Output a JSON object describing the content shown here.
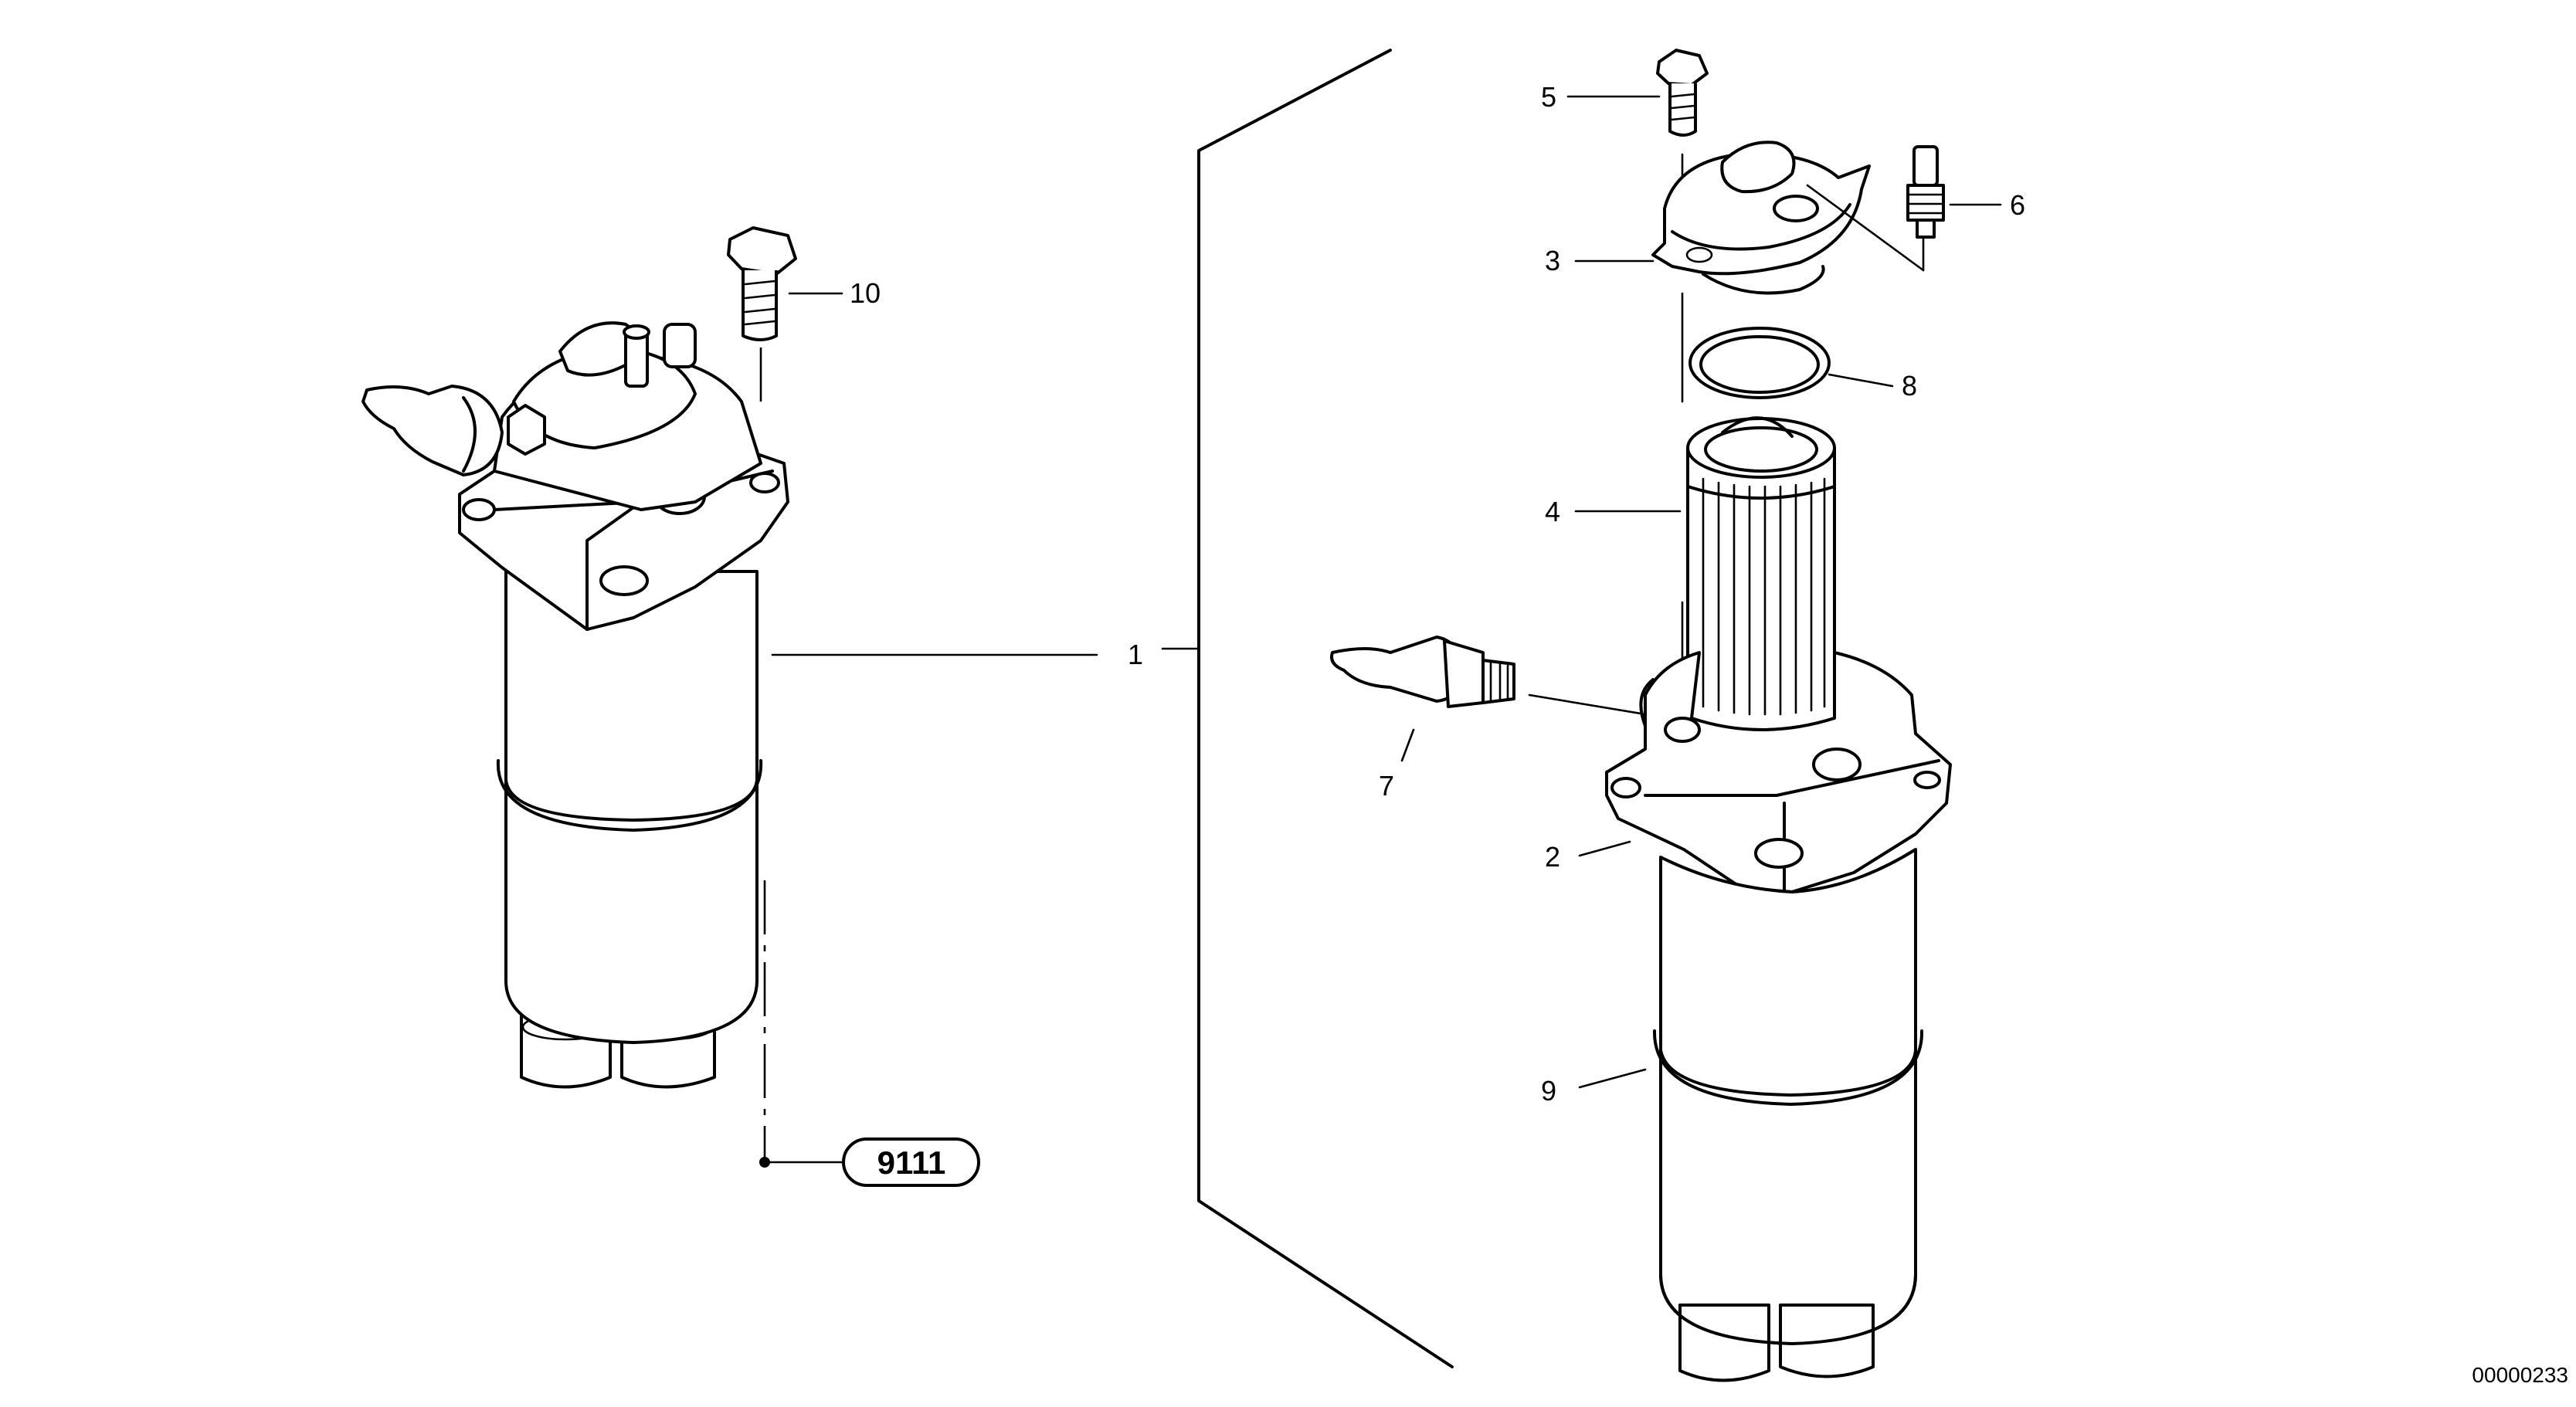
{
  "diagram": {
    "labels": {
      "p1": "1",
      "p2": "2",
      "p3": "3",
      "p4": "4",
      "p5": "5",
      "p6": "6",
      "p7": "7",
      "p8": "8",
      "p9": "9",
      "p10": "10"
    },
    "reference_box": "9111",
    "drawing_code": "00000233"
  }
}
